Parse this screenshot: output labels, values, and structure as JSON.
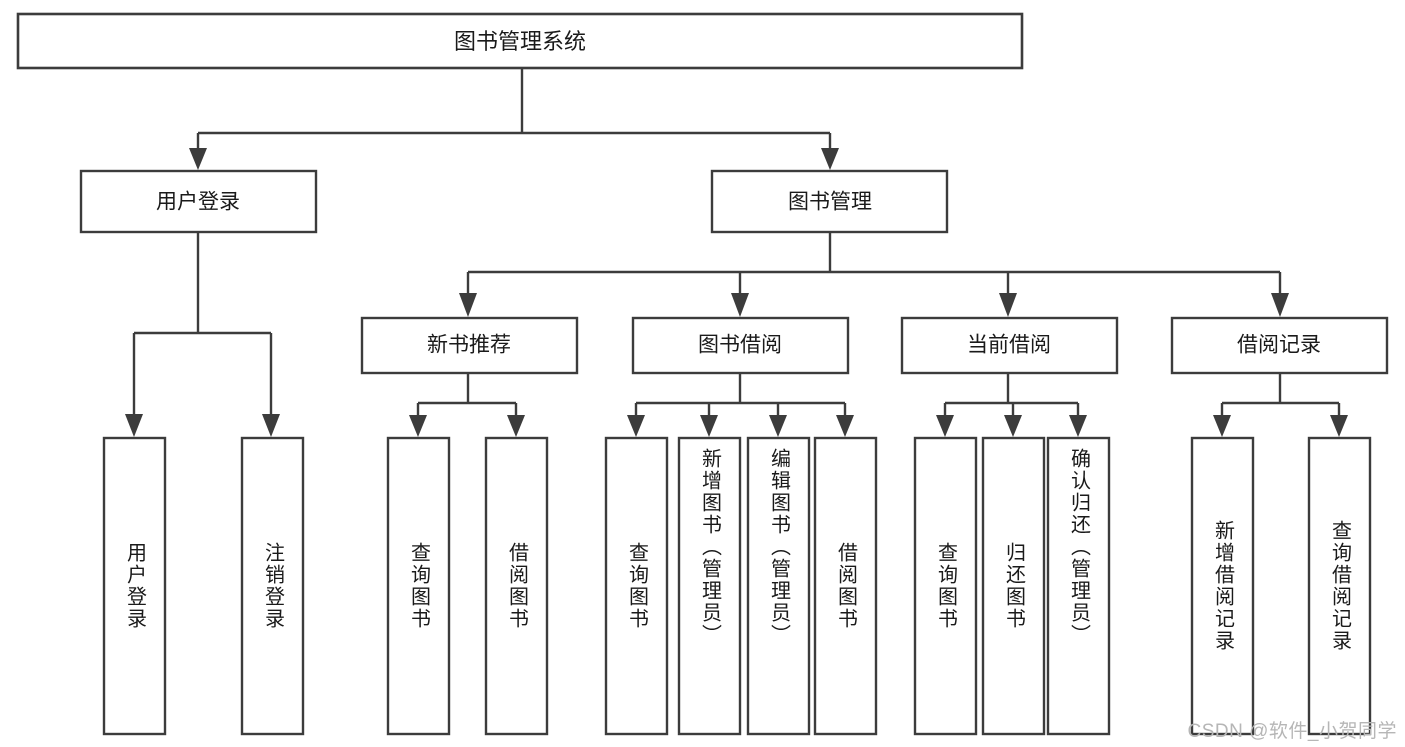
{
  "diagram": {
    "type": "tree",
    "title": "图书管理系统",
    "watermark": "CSDN @软件_小贺同学",
    "nodes": {
      "root": {
        "label": "图书管理系统"
      },
      "level2": [
        {
          "id": "user-login",
          "label": "用户登录"
        },
        {
          "id": "book-management",
          "label": "图书管理"
        }
      ],
      "level3": [
        {
          "id": "new-book-recommend",
          "label": "新书推荐",
          "parent": "book-management"
        },
        {
          "id": "book-borrow",
          "label": "图书借阅",
          "parent": "book-management"
        },
        {
          "id": "current-borrow",
          "label": "当前借阅",
          "parent": "book-management"
        },
        {
          "id": "borrow-record",
          "label": "借阅记录",
          "parent": "book-management"
        }
      ],
      "leaves": [
        {
          "id": "leaf-user-login",
          "label": "用户登录",
          "parent": "user-login"
        },
        {
          "id": "leaf-logout-login",
          "label": "注销登录",
          "parent": "user-login"
        },
        {
          "id": "leaf-query-book-1",
          "label": "查询图书",
          "parent": "new-book-recommend"
        },
        {
          "id": "leaf-borrow-book-1",
          "label": "借阅图书",
          "parent": "new-book-recommend"
        },
        {
          "id": "leaf-query-book-2",
          "label": "查询图书",
          "parent": "book-borrow"
        },
        {
          "id": "leaf-add-book",
          "label": "新增图书（管理员）",
          "parent": "book-borrow"
        },
        {
          "id": "leaf-edit-book",
          "label": "编辑图书（管理员）",
          "parent": "book-borrow"
        },
        {
          "id": "leaf-borrow-book-2",
          "label": "借阅图书",
          "parent": "book-borrow"
        },
        {
          "id": "leaf-query-book-3",
          "label": "查询图书",
          "parent": "current-borrow"
        },
        {
          "id": "leaf-return-book",
          "label": "归还图书",
          "parent": "current-borrow"
        },
        {
          "id": "leaf-confirm-return",
          "label": "确认归还（管理员）",
          "parent": "current-borrow"
        },
        {
          "id": "leaf-add-record",
          "label": "新增借阅记录",
          "parent": "borrow-record"
        },
        {
          "id": "leaf-query-record",
          "label": "查询借阅记录",
          "parent": "borrow-record"
        }
      ]
    },
    "colors": {
      "stroke": "#3c3c3c",
      "fill": "#ffffff",
      "text": "#1a1a1a",
      "watermark": "#b6b6b6"
    }
  }
}
